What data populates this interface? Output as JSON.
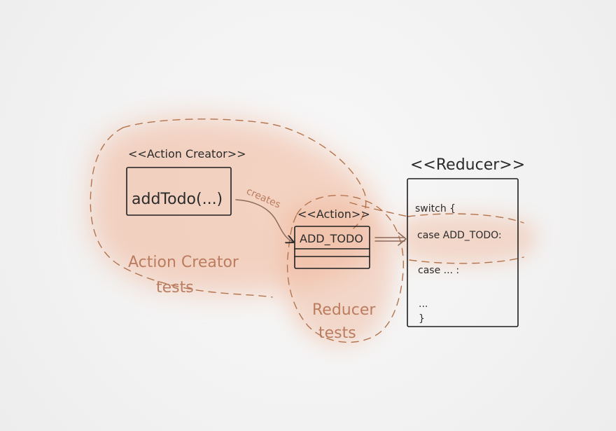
{
  "diagram": {
    "action_creator": {
      "stereotype": "<<Action Creator>>",
      "method": "addTodo(...)",
      "tests_label_line1": "Action Creator",
      "tests_label_line2": "tests"
    },
    "edge_creates": {
      "label": "creates"
    },
    "action": {
      "stereotype": "<<Action>>",
      "name": "ADD_TODO"
    },
    "reducer": {
      "stereotype": "<<Reducer>>",
      "line_switch": "switch {",
      "line_case_add": "case ADD_TODO:",
      "line_case_other": "case ... :",
      "line_ellipsis": "...",
      "line_close": "}"
    },
    "reducer_tests": {
      "label_line1": "Reducer",
      "label_line2": "tests"
    }
  }
}
